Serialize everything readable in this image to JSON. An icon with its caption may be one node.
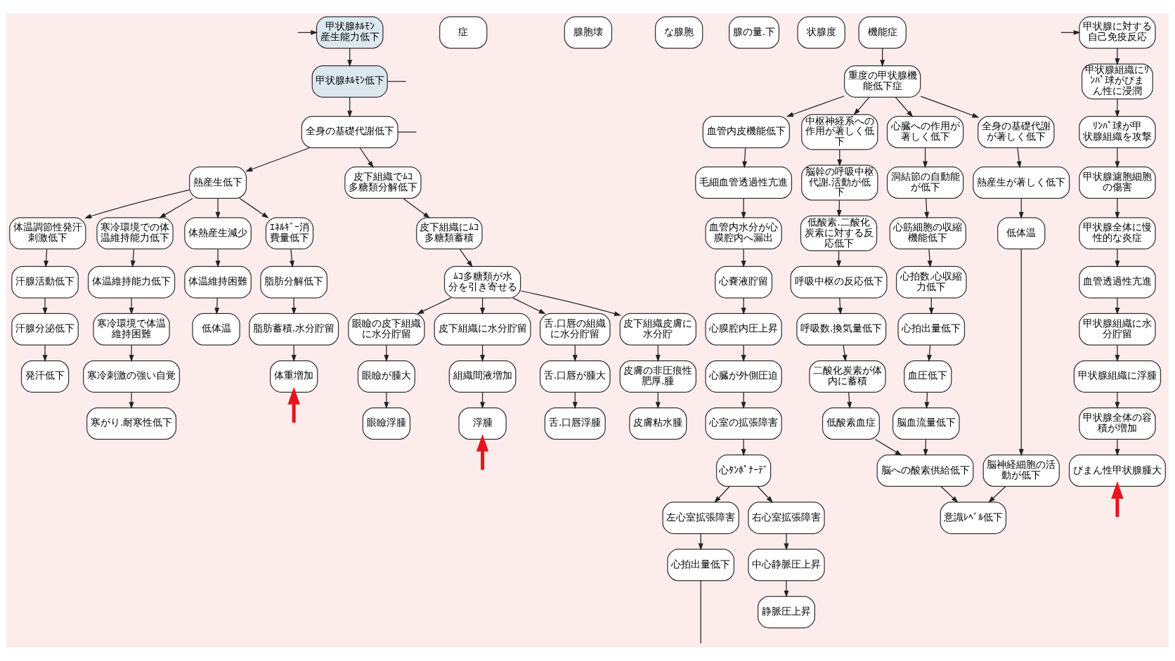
{
  "diagram": {
    "nodes": [
      {
        "text": [
          "甲状腺ﾎﾙﾓﾝ産生能力低下"
        ]
      },
      {
        "text": [
          "甲状腺ﾎﾙﾓﾝ低下"
        ]
      },
      {
        "text": [
          "全身の基礎代謝低下"
        ]
      },
      {
        "text": [
          "熱産生低下"
        ]
      },
      {
        "text": [
          "皮下組織でﾑｺ多糖類分解低下"
        ]
      },
      {
        "text": [
          "体温調節性発汗刺激低下"
        ]
      },
      {
        "text": [
          "寒冷環境での体温維持能力低下"
        ]
      },
      {
        "text": [
          "体熱産生減少"
        ]
      },
      {
        "text": [
          "ｴﾈﾙｷﾞｰ消費量低下"
        ]
      },
      {
        "text": [
          "汗腺活動低下"
        ]
      },
      {
        "text": [
          "汗腺分泌低下"
        ]
      },
      {
        "text": [
          "発汗低下"
        ]
      },
      {
        "text": [
          "体温維持能力低下"
        ]
      },
      {
        "text": [
          "寒冷環境で体温維持困難"
        ]
      },
      {
        "text": [
          "寒冷刺激の強い自覚"
        ]
      },
      {
        "text": [
          "寒がり.耐寒性低下"
        ]
      },
      {
        "text": [
          "体温維持困難"
        ]
      },
      {
        "text": [
          "低体温"
        ]
      },
      {
        "text": [
          "脂肪分解低下"
        ]
      },
      {
        "text": [
          "脂肪蓄積.水分貯留"
        ]
      },
      {
        "text": [
          "体重増加"
        ]
      },
      {
        "text": [
          "皮下組織にﾑｺ多糖類蓄積"
        ]
      },
      {
        "text": [
          "ﾑｺ多糖類が水分を引き寄せる"
        ]
      },
      {
        "text": [
          "眼瞼の皮下組織に水分貯留"
        ]
      },
      {
        "text": [
          "皮下組織に水分貯留"
        ]
      },
      {
        "text": [
          "舌.口唇の組織に水分貯留"
        ]
      },
      {
        "text": [
          "皮下組織皮膚に水分貯"
        ]
      },
      {
        "text": [
          "眼瞼が腫大"
        ]
      },
      {
        "text": [
          "眼瞼浮腫"
        ]
      },
      {
        "text": [
          "組織間液増加"
        ]
      },
      {
        "text": [
          "浮腫"
        ]
      },
      {
        "text": [
          "舌.口唇が腫大"
        ]
      },
      {
        "text": [
          "舌.口唇浮腫"
        ]
      },
      {
        "text": [
          "皮膚の非圧痕性肥厚.腫"
        ]
      },
      {
        "text": [
          "皮膚粘水腫"
        ]
      },
      {
        "text": [
          "症"
        ]
      },
      {
        "text": [
          "腺胞壊"
        ]
      },
      {
        "text": [
          "な腺胞"
        ]
      },
      {
        "text": [
          "腺の量.下"
        ]
      },
      {
        "text": [
          "状腺度"
        ]
      },
      {
        "text": [
          "機能症"
        ]
      },
      {
        "text": [
          "重度の甲状腺機能低下症"
        ]
      },
      {
        "text": [
          "血管内皮機能低下"
        ]
      },
      {
        "text": [
          "中枢神経系への作用が著しく低下"
        ]
      },
      {
        "text": [
          "心臓への作用が著しく低下"
        ]
      },
      {
        "text": [
          "全身の基礎代謝が著しく低下"
        ]
      },
      {
        "text": [
          "毛細血管透過性亢進"
        ]
      },
      {
        "text": [
          "血管内水分が心膜腔内へ漏出"
        ]
      },
      {
        "text": [
          "心嚢液貯留"
        ]
      },
      {
        "text": [
          "心膜腔内圧上昇"
        ]
      },
      {
        "text": [
          "心臓が外側圧迫"
        ]
      },
      {
        "text": [
          "心室の拡張障害"
        ]
      },
      {
        "text": [
          "心ﾀﾝﾎﾟﾅｰﾃﾞ"
        ]
      },
      {
        "text": [
          "左心室拡張障害"
        ]
      },
      {
        "text": [
          "右心室拡張障害"
        ]
      },
      {
        "text": [
          "心拍出量低下"
        ]
      },
      {
        "text": [
          "中心静脈圧上昇"
        ]
      },
      {
        "text": [
          "静脈圧上昇"
        ]
      },
      {
        "text": [
          "脳幹の呼吸中枢代謝.活動が低下"
        ]
      },
      {
        "text": [
          "低酸素.二酸化炭素に対する反応低下"
        ]
      },
      {
        "text": [
          "呼吸中枢の反応低下"
        ]
      },
      {
        "text": [
          "呼吸数.換気量低下"
        ]
      },
      {
        "text": [
          "二酸化炭素が体内に蓄積"
        ]
      },
      {
        "text": [
          "低酸素血症"
        ]
      },
      {
        "text": [
          "脳への酸素供給低下"
        ]
      },
      {
        "text": [
          "洞結節の自動能が低下"
        ]
      },
      {
        "text": [
          "心筋細胞の収縮機能低下"
        ]
      },
      {
        "text": [
          "心拍数.心収縮力低下"
        ]
      },
      {
        "text": [
          "心拍出量低下"
        ]
      },
      {
        "text": [
          "血圧低下"
        ]
      },
      {
        "text": [
          "脳血流量低下"
        ]
      },
      {
        "text": [
          "意識ﾚﾍﾞﾙ低下"
        ]
      },
      {
        "text": [
          "熱産生が著しく低下"
        ]
      },
      {
        "text": [
          "低体温"
        ]
      },
      {
        "text": [
          "脳神経細胞の活動が低下"
        ]
      },
      {
        "text": [
          "甲状腺に対する自己免疫反応"
        ]
      },
      {
        "text": [
          "甲状腺組織にﾘﾝﾊﾟ球がびまん性に浸潤"
        ]
      },
      {
        "text": [
          "ﾘﾝﾊﾟ球が甲状腺組織を攻撃"
        ]
      },
      {
        "text": [
          "甲状腺濾胞細胞の傷害"
        ]
      },
      {
        "text": [
          "甲状腺全体に慢性的な炎症"
        ]
      },
      {
        "text": [
          "血管透過性亢進"
        ]
      },
      {
        "text": [
          "甲状腺組織に水分貯留"
        ]
      },
      {
        "text": [
          "甲状腺組織に浮腫"
        ]
      },
      {
        "text": [
          "甲状腺全体の容積が増加"
        ]
      },
      {
        "text": [
          "びまん性甲状腺腫大"
        ]
      }
    ],
    "edges": [
      {
        "from": null,
        "to": 0,
        "arrow": "to"
      },
      {
        "from": 0,
        "to": 1,
        "arrow": "to"
      },
      {
        "from": 1,
        "to": null,
        "arrow": "none"
      },
      {
        "from": 1,
        "to": 2,
        "arrow": "to"
      },
      {
        "from": 2,
        "to": 3,
        "arrow": "to"
      },
      {
        "from": 2,
        "to": 4,
        "arrow": "to"
      },
      {
        "from": 2,
        "to": null,
        "arrow": "none"
      },
      {
        "from": 3,
        "to": 5,
        "arrow": "to"
      },
      {
        "from": 3,
        "to": 6,
        "arrow": "to"
      },
      {
        "from": 3,
        "to": 7,
        "arrow": "to"
      },
      {
        "from": 3,
        "to": 8,
        "arrow": "to"
      },
      {
        "from": 5,
        "to": 9,
        "arrow": "to"
      },
      {
        "from": 9,
        "to": 10,
        "arrow": "to"
      },
      {
        "from": 10,
        "to": 11,
        "arrow": "to"
      },
      {
        "from": 6,
        "to": 12,
        "arrow": "to"
      },
      {
        "from": 12,
        "to": 13,
        "arrow": "to"
      },
      {
        "from": 13,
        "to": 14,
        "arrow": "to"
      },
      {
        "from": 14,
        "to": 15,
        "arrow": "to"
      },
      {
        "from": 7,
        "to": 16,
        "arrow": "to"
      },
      {
        "from": 16,
        "to": 17,
        "arrow": "to"
      },
      {
        "from": 8,
        "to": 18,
        "arrow": "to"
      },
      {
        "from": 18,
        "to": 19,
        "arrow": "to"
      },
      {
        "from": 19,
        "to": 20,
        "arrow": "to"
      },
      {
        "from": 4,
        "to": 21,
        "arrow": "to"
      },
      {
        "from": 21,
        "to": 22,
        "arrow": "to"
      },
      {
        "from": 22,
        "to": 23,
        "arrow": "to"
      },
      {
        "from": 22,
        "to": 24,
        "arrow": "to"
      },
      {
        "from": 22,
        "to": 25,
        "arrow": "to"
      },
      {
        "from": 22,
        "to": 26,
        "arrow": "to"
      },
      {
        "from": 23,
        "to": 27,
        "arrow": "to"
      },
      {
        "from": 27,
        "to": 28,
        "arrow": "to"
      },
      {
        "from": 24,
        "to": 29,
        "arrow": "to"
      },
      {
        "from": 29,
        "to": 30,
        "arrow": "to"
      },
      {
        "from": 25,
        "to": 31,
        "arrow": "to"
      },
      {
        "from": 31,
        "to": 32,
        "arrow": "to"
      },
      {
        "from": 26,
        "to": 33,
        "arrow": "to"
      },
      {
        "from": 33,
        "to": 34,
        "arrow": "to"
      },
      {
        "from": null,
        "to": 20,
        "arrow": "to",
        "style": "thick",
        "color": "#e8141c"
      },
      {
        "from": null,
        "to": 30,
        "arrow": "to",
        "style": "thick",
        "color": "#e8141c"
      },
      {
        "from": 40,
        "to": 41,
        "arrow": "to"
      },
      {
        "from": 41,
        "to": 42,
        "arrow": "to"
      },
      {
        "from": 41,
        "to": 43,
        "arrow": "to"
      },
      {
        "from": 41,
        "to": 44,
        "arrow": "to"
      },
      {
        "from": 41,
        "to": 45,
        "arrow": "to"
      },
      {
        "from": 42,
        "to": 46,
        "arrow": "to"
      },
      {
        "from": 46,
        "to": 47,
        "arrow": "to"
      },
      {
        "from": 47,
        "to": 48,
        "arrow": "to"
      },
      {
        "from": 48,
        "to": 49,
        "arrow": "to"
      },
      {
        "from": 49,
        "to": 50,
        "arrow": "to"
      },
      {
        "from": 50,
        "to": 51,
        "arrow": "to"
      },
      {
        "from": 51,
        "to": 52,
        "arrow": "to"
      },
      {
        "from": 52,
        "to": 53,
        "arrow": "to"
      },
      {
        "from": 52,
        "to": 54,
        "arrow": "to"
      },
      {
        "from": 53,
        "to": 55,
        "arrow": "to"
      },
      {
        "from": 55,
        "to": null,
        "arrow": "none"
      },
      {
        "from": 54,
        "to": 56,
        "arrow": "to"
      },
      {
        "from": 56,
        "to": 57,
        "arrow": "to"
      },
      {
        "from": 43,
        "to": 58,
        "arrow": "to"
      },
      {
        "from": 58,
        "to": 59,
        "arrow": "to"
      },
      {
        "from": 59,
        "to": 60,
        "arrow": "to"
      },
      {
        "from": 60,
        "to": 61,
        "arrow": "to"
      },
      {
        "from": 61,
        "to": 62,
        "arrow": "to"
      },
      {
        "from": 62,
        "to": 63,
        "arrow": "to"
      },
      {
        "from": 63,
        "to": 64,
        "arrow": "to"
      },
      {
        "from": 44,
        "to": 65,
        "arrow": "to"
      },
      {
        "from": 65,
        "to": 66,
        "arrow": "to"
      },
      {
        "from": 66,
        "to": 67,
        "arrow": "to"
      },
      {
        "from": 67,
        "to": 68,
        "arrow": "to"
      },
      {
        "from": 68,
        "to": 69,
        "arrow": "to"
      },
      {
        "from": 69,
        "to": 70,
        "arrow": "to"
      },
      {
        "from": 70,
        "to": 64,
        "arrow": "to"
      },
      {
        "from": 64,
        "to": 71,
        "arrow": "to"
      },
      {
        "from": 45,
        "to": 72,
        "arrow": "to"
      },
      {
        "from": 72,
        "to": 73,
        "arrow": "to"
      },
      {
        "from": 73,
        "to": 74,
        "arrow": "to"
      },
      {
        "from": 74,
        "to": 71,
        "arrow": "to"
      },
      {
        "from": null,
        "to": 75,
        "arrow": "to"
      },
      {
        "from": 75,
        "to": 76,
        "arrow": "to"
      },
      {
        "from": 76,
        "to": 77,
        "arrow": "to"
      },
      {
        "from": 77,
        "to": 78,
        "arrow": "to"
      },
      {
        "from": 78,
        "to": 79,
        "arrow": "to"
      },
      {
        "from": 79,
        "to": 80,
        "arrow": "to"
      },
      {
        "from": 80,
        "to": 81,
        "arrow": "to"
      },
      {
        "from": 81,
        "to": 82,
        "arrow": "to"
      },
      {
        "from": 82,
        "to": 83,
        "arrow": "to"
      },
      {
        "from": 83,
        "to": 84,
        "arrow": "to"
      },
      {
        "from": null,
        "to": 84,
        "arrow": "to",
        "style": "thick",
        "color": "#e8141c"
      }
    ]
  }
}
